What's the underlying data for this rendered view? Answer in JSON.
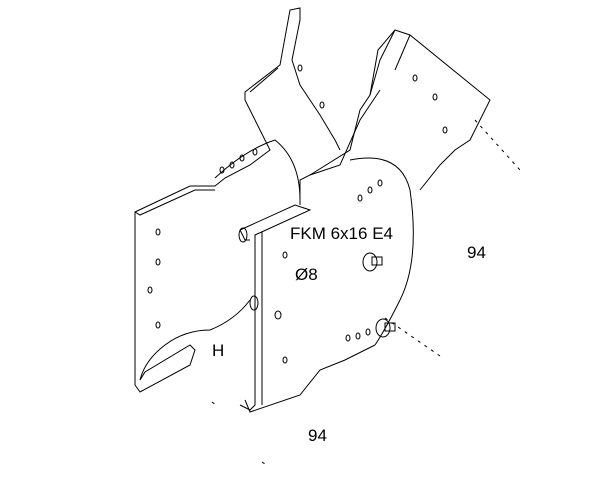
{
  "drawing": {
    "labels": {
      "bolt": "FKM 6x16 E4",
      "hole_diameter": "Ø8",
      "width_right": "94",
      "width_bottom": "94",
      "height": "H"
    },
    "line_color": "#000000",
    "background": "#ffffff"
  }
}
